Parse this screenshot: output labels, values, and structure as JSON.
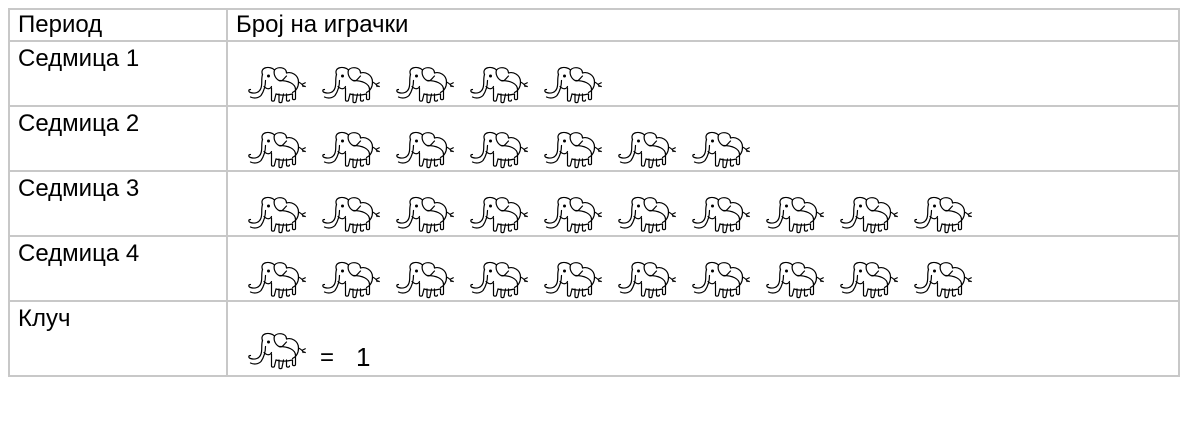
{
  "chart_data": {
    "type": "table",
    "columns": [
      "Период",
      "Број на играчки"
    ],
    "rows": [
      {
        "label": "Седмица 1",
        "value": 5
      },
      {
        "label": "Седмица 2",
        "value": 7
      },
      {
        "label": "Седмица 3",
        "value": 10
      },
      {
        "label": "Седмица 4",
        "value": 10
      }
    ],
    "key": {
      "label": "Клуч",
      "equals": "=",
      "value": "1"
    },
    "icon": "elephant-icon"
  }
}
